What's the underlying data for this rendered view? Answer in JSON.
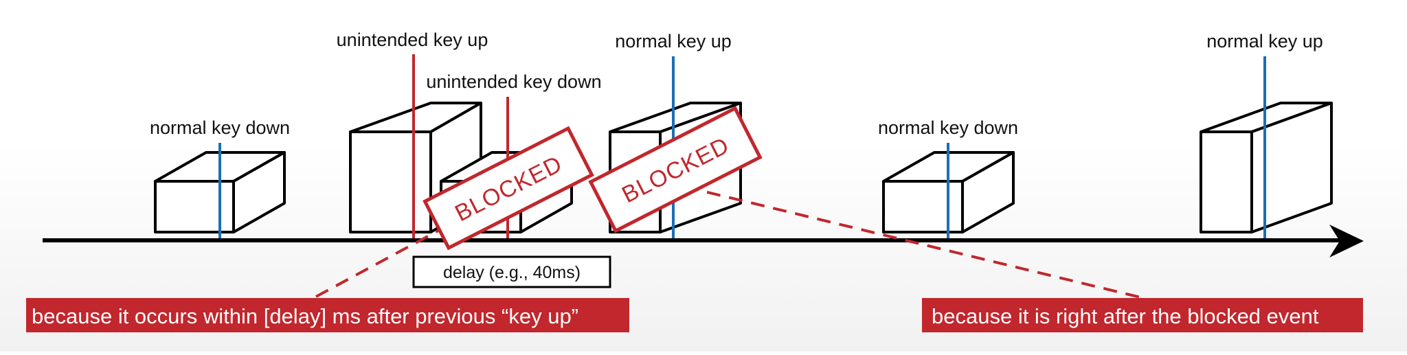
{
  "colors": {
    "blue_line": "#1b6fb5",
    "red_line": "#c1272d",
    "black": "#000000",
    "reason_bg": "#c1272d"
  },
  "events": [
    {
      "label": "normal key down"
    },
    {
      "label": "unintended key up"
    },
    {
      "label": "unintended key down"
    },
    {
      "label": "normal key up"
    },
    {
      "label": "normal key down"
    },
    {
      "label": "normal key up"
    }
  ],
  "stamps": [
    {
      "text": "BLOCKED"
    },
    {
      "text": "BLOCKED"
    }
  ],
  "delay": {
    "label": "delay (e.g., 40ms)"
  },
  "reasons": {
    "left": "because it occurs within [delay] ms after previous “key up”",
    "right": "because it is right after the blocked event"
  }
}
